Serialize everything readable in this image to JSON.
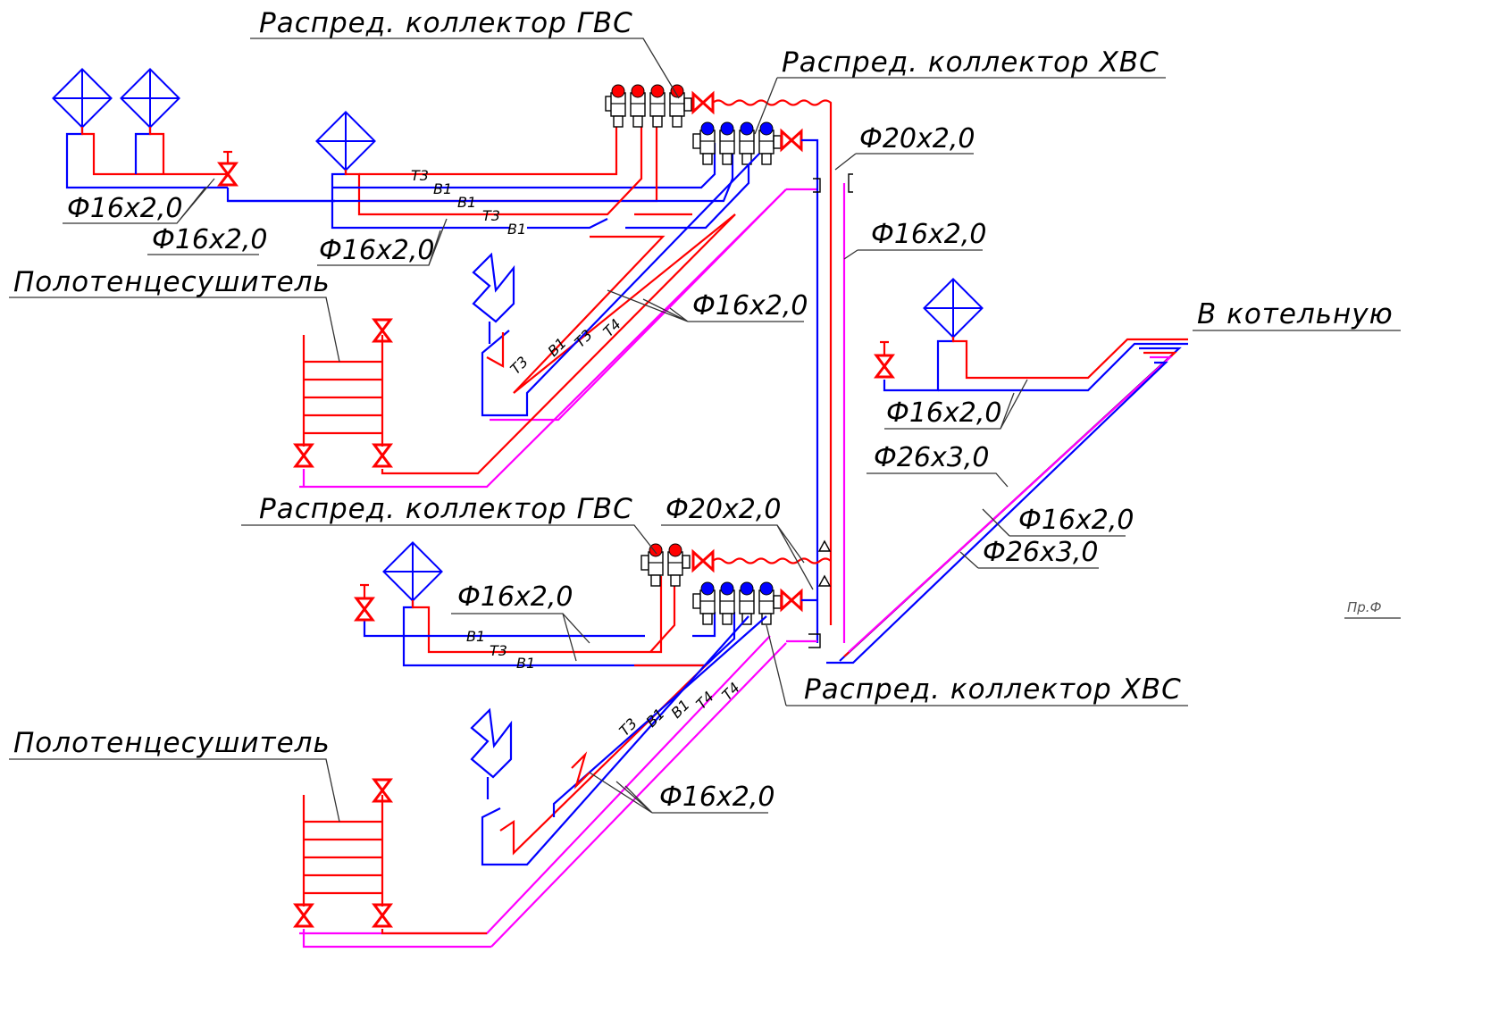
{
  "labels": {
    "hw_collector_top": "Распред. коллектор ГВС",
    "cw_collector_top": "Распред. коллектор ХВС",
    "hw_collector_bottom": "Распред. коллектор ГВС",
    "cw_collector_bottom": "Распред. коллектор ХВС",
    "towel_dryer_top": "Полотенцесушитель",
    "towel_dryer_bottom": "Полотенцесушитель",
    "to_boiler": "В котельную",
    "cut_text": "Пр.Ф"
  },
  "dimensions": {
    "d1": "Ф16х2,0",
    "d2": "Ф16х2,0",
    "d3": "Ф16х2,0",
    "d4": "Ф20х2,0",
    "d5": "Ф16х2,0",
    "d6": "Ф16х2,0",
    "d7": "Ф16х2,0",
    "d8": "Ф26х3,0",
    "d9": "Ф16х2,0",
    "d10": "Ф26х3,0",
    "d11": "Ф20х2,0",
    "d12": "Ф16х2,0",
    "d13": "Ф16х2,0"
  },
  "pipe_tags": {
    "t3": "Т3",
    "b1": "В1",
    "t4": "Т4"
  },
  "colors": {
    "hot_water": "#ff0000",
    "cold_water": "#0000ff",
    "recirculation": "#ff00ff",
    "leaders": "#333333"
  }
}
